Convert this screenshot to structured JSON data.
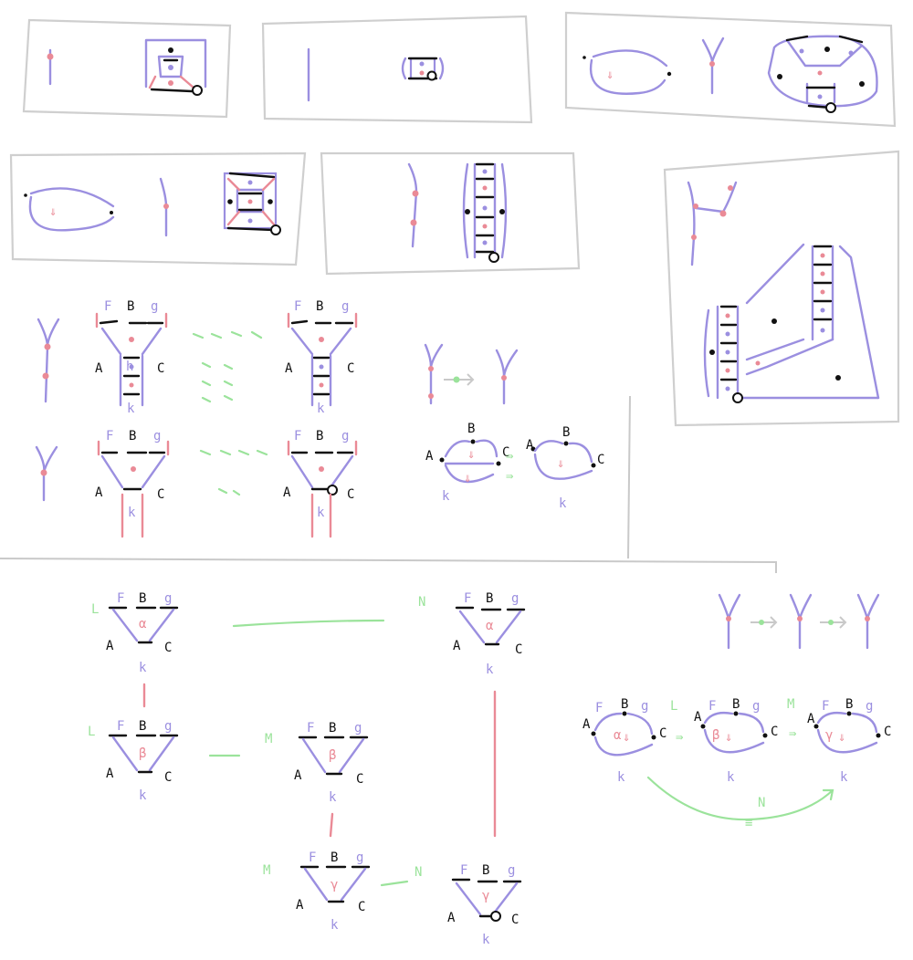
{
  "colors": {
    "purple": "#9b8fe0",
    "pink": "#ea8a96",
    "green": "#9be39b",
    "black": "#111111",
    "gray": "#cfcfcf"
  },
  "labels": {
    "F": "F",
    "B": "B",
    "g": "g",
    "A": "A",
    "C": "C",
    "k": "k",
    "alpha": "α",
    "beta": "β",
    "gamma": "γ",
    "h": "h",
    "L": "L",
    "M": "M",
    "N": "N",
    "equiv": "≡"
  }
}
